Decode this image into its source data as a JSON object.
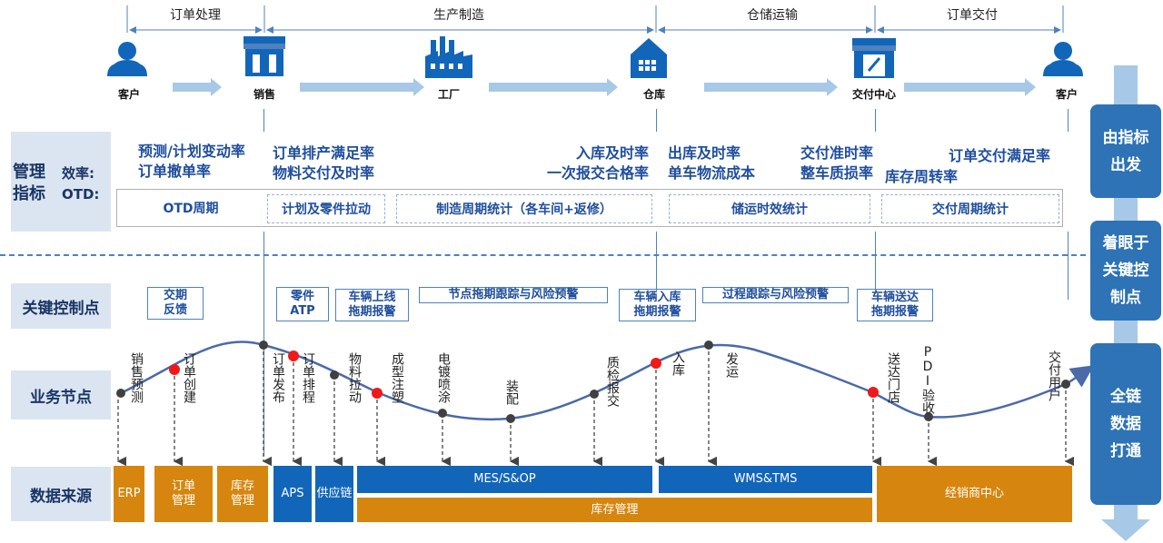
{
  "phases": [
    "订单处理",
    "生产制造",
    "仓储运输",
    "订单交付"
  ],
  "nodes": [
    "客户",
    "销售",
    "工厂",
    "仓库",
    "交付中心",
    "客户"
  ],
  "row_labels": {
    "management": "管理\n指标",
    "efficiency": "效率:",
    "otd": "OTD:",
    "control": "关键控制点",
    "business": "业务节点",
    "data": "数据来源"
  },
  "metrics": {
    "m1": "预测/计划变动率\n订单撤单率",
    "m2": "订单排产满足率\n物料交付及时率",
    "m3": "入库及时率\n一次报交合格率",
    "m4": "出库及时率\n单车物流成本",
    "m5": "交付准时率\n整车质损率",
    "m6": "订单交付满足率",
    "m7": "库存周转率"
  },
  "otd_boxes": [
    "OTD周期",
    "计划及零件拉动",
    "制造周期统计（各车间+返修）",
    "储运时效统计",
    "交付周期统计"
  ],
  "control_points": [
    "交期\n反馈",
    "零件\nATP",
    "车辆上线\n拖期报警",
    "节点拖期跟踪与风险预警",
    "车辆入库\n拖期报警",
    "过程跟踪与风险预警",
    "车辆送达\n拖期报警"
  ],
  "business_nodes": [
    "销售预测",
    "订单创建",
    "订单发布",
    "订单排程",
    "物料拉动",
    "成型注塑",
    "电镀喷涂",
    "装配",
    "质检报交",
    "入库",
    "发运",
    "送达门店",
    "PDI验收",
    "交付用户"
  ],
  "data_sources": [
    "ERP",
    "订单\n管理",
    "库存\n管理",
    "APS",
    "供应链",
    "MES/S&OP",
    "库存管理",
    "WMS&TMS",
    "经销商中心"
  ],
  "side": [
    "由指标\n出发",
    "着眼于\n关键控\n制点",
    "全链\n数据\n打通"
  ],
  "colors": {
    "orange": "#d6860f",
    "blue": "#1266b9",
    "curve": "#4a6aa8",
    "red": "#f01818",
    "side": "#2d73b6"
  }
}
